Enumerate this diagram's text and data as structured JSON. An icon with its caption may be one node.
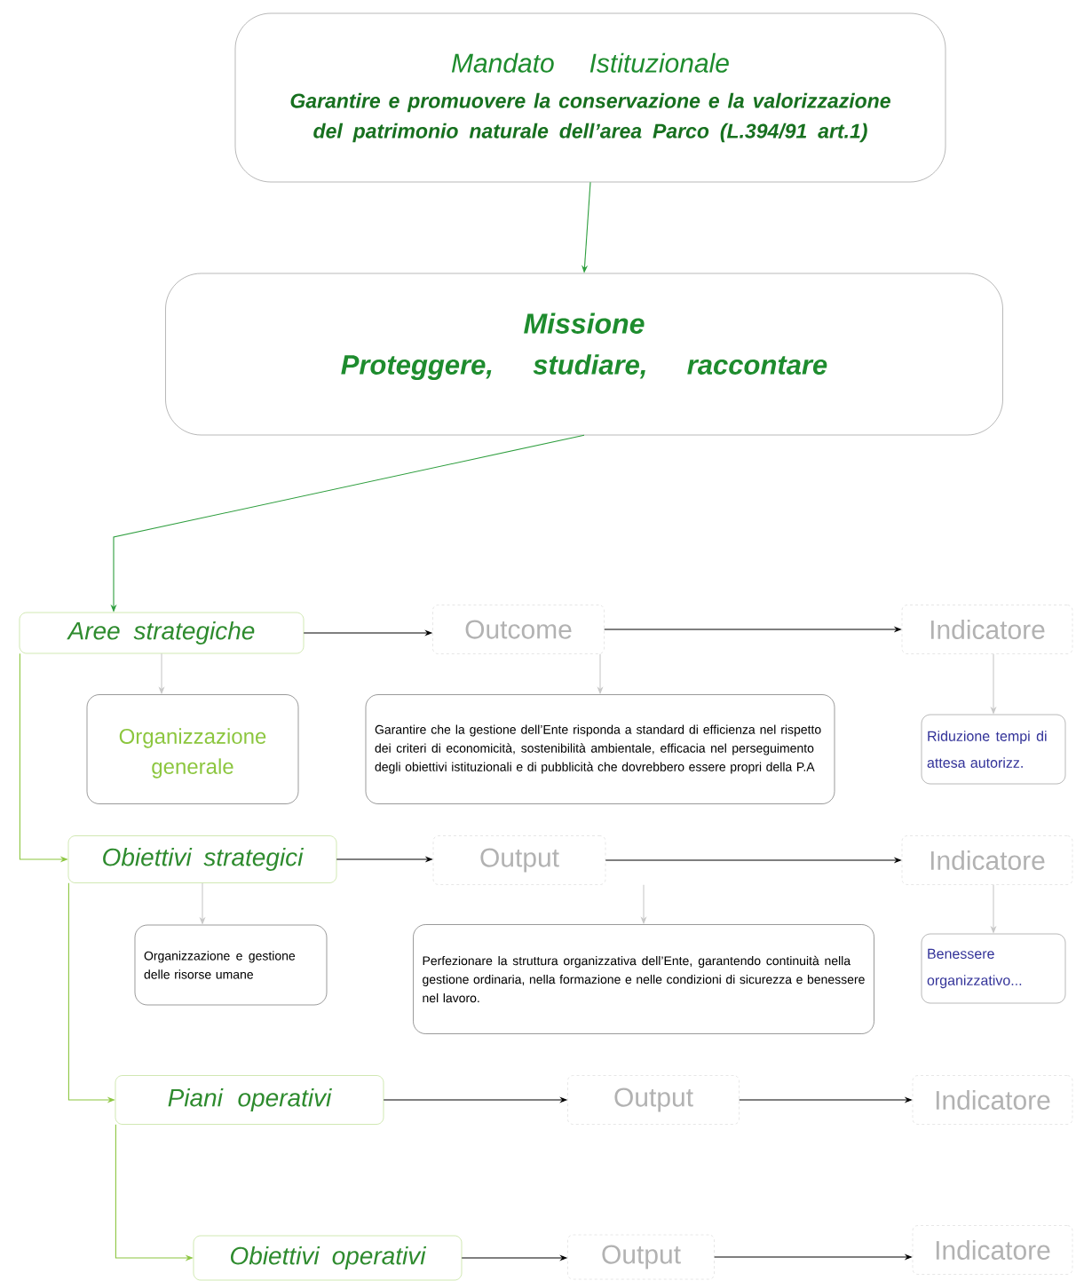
{
  "diagram": {
    "nodes": [
      {
        "text": [
          "Mandato Istituzionale",
          "Garantire e promuovere la conservazione e la valorizzazione del patrimonio naturale dell’area Parco (L.394/91 art.1)"
        ]
      },
      {
        "text": [
          "Missione",
          "Proteggere, studiare, raccontare"
        ]
      },
      {
        "text": [
          "Aree strategiche"
        ]
      },
      {
        "text": [
          "Outcome"
        ]
      },
      {
        "text": [
          "Indicatore"
        ]
      },
      {
        "text": [
          "Organizzazione generale"
        ]
      },
      {
        "text": [
          "Garantire che la gestione dell’Ente risponda a standard di efficienza nel rispetto dei criteri di economicità, sostenibilità ambientale, efficacia nel perseguimento degli obiettivi istituzionali e di pubblicità che dovrebbero essere propri della P.A"
        ]
      },
      {
        "text": [
          "Riduzione tempi di attesa autorizz."
        ]
      },
      {
        "text": [
          "Obiettivi strategici"
        ]
      },
      {
        "text": [
          "Output"
        ]
      },
      {
        "text": [
          "Indicatore"
        ]
      },
      {
        "text": [
          "Organizzazione e gestione delle risorse umane"
        ]
      },
      {
        "text": [
          "Perfezionare la struttura organizzativa dell’Ente, garantendo continuità nella gestione ordinaria, nella formazione e nelle condizioni di sicurezza e benessere nel lavoro."
        ]
      },
      {
        "text": [
          "Benessere organizzativo..."
        ]
      },
      {
        "text": [
          "Piani operativi"
        ]
      },
      {
        "text": [
          "Output"
        ]
      },
      {
        "text": [
          "Indicatore"
        ]
      },
      {
        "text": [
          "Obiettivi operativi"
        ]
      },
      {
        "text": [
          "Output"
        ]
      },
      {
        "text": [
          "Indicatore"
        ]
      }
    ],
    "edges": [
      {
        "from": 0,
        "to": 1,
        "arrow": "to",
        "color": "#2e9e3e"
      },
      {
        "from": 1,
        "to": 2,
        "arrow": "to",
        "color": "#2e9e3e"
      },
      {
        "from": 2,
        "to": 3,
        "arrow": "to"
      },
      {
        "from": 3,
        "to": 4,
        "arrow": "to"
      },
      {
        "from": 2,
        "to": 5,
        "arrow": "to",
        "color": "#c8c8c8"
      },
      {
        "from": 3,
        "to": 6,
        "arrow": "to",
        "color": "#c8c8c8"
      },
      {
        "from": 4,
        "to": 7,
        "arrow": "to",
        "color": "#c8c8c8"
      },
      {
        "from": 2,
        "to": 8,
        "arrow": "to",
        "color": "#8cc63f"
      },
      {
        "from": 8,
        "to": 9,
        "arrow": "to"
      },
      {
        "from": 9,
        "to": 10,
        "arrow": "to"
      },
      {
        "from": 8,
        "to": 11,
        "arrow": "to",
        "color": "#c8c8c8"
      },
      {
        "from": 9,
        "to": 12,
        "arrow": "to",
        "color": "#c8c8c8"
      },
      {
        "from": 10,
        "to": 13,
        "arrow": "to",
        "color": "#c8c8c8"
      },
      {
        "from": 8,
        "to": 14,
        "arrow": "to",
        "color": "#8cc63f"
      },
      {
        "from": 14,
        "to": 15,
        "arrow": "to"
      },
      {
        "from": 15,
        "to": 16,
        "arrow": "to"
      },
      {
        "from": 14,
        "to": 17,
        "arrow": "to",
        "color": "#8cc63f"
      },
      {
        "from": 17,
        "to": 18,
        "arrow": "to"
      },
      {
        "from": 18,
        "to": 19,
        "arrow": "to"
      }
    ]
  }
}
